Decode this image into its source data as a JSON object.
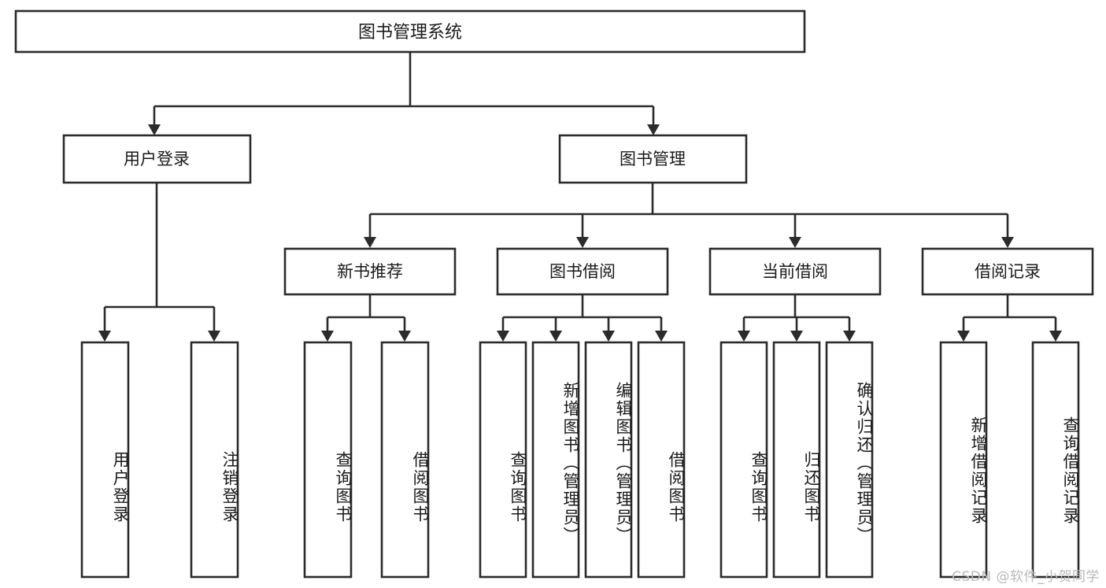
{
  "diagram": {
    "type": "tree",
    "title": "图书管理系统",
    "root": {
      "id": "root",
      "label": "图书管理系统",
      "shape": "rectangle",
      "orientation": "horizontal"
    },
    "level2": [
      {
        "id": "user-login",
        "label": "用户登录",
        "shape": "rectangle",
        "orientation": "horizontal"
      },
      {
        "id": "book-manage",
        "label": "图书管理",
        "shape": "rectangle",
        "orientation": "horizontal"
      }
    ],
    "level3": [
      {
        "id": "new-book-rec",
        "label": "新书推荐",
        "shape": "rectangle",
        "orientation": "horizontal",
        "parent": "book-manage"
      },
      {
        "id": "book-borrow",
        "label": "图书借阅",
        "shape": "rectangle",
        "orientation": "horizontal",
        "parent": "book-manage"
      },
      {
        "id": "current-borrow",
        "label": "当前借阅",
        "shape": "rectangle",
        "orientation": "horizontal",
        "parent": "book-manage"
      },
      {
        "id": "borrow-record",
        "label": "借阅记录",
        "shape": "rectangle",
        "orientation": "horizontal",
        "parent": "book-manage"
      }
    ],
    "leaves": [
      {
        "id": "leaf-user-login",
        "label": "用户登录",
        "orientation": "vertical",
        "parent": "user-login"
      },
      {
        "id": "leaf-logout",
        "label": "注销登录",
        "orientation": "vertical",
        "parent": "user-login"
      },
      {
        "id": "leaf-query-book-1",
        "label": "查询图书",
        "orientation": "vertical",
        "parent": "new-book-rec"
      },
      {
        "id": "leaf-borrow-book-1",
        "label": "借阅图书",
        "orientation": "vertical",
        "parent": "new-book-rec"
      },
      {
        "id": "leaf-query-book-2",
        "label": "查询图书",
        "orientation": "vertical",
        "parent": "book-borrow"
      },
      {
        "id": "leaf-add-book",
        "label": "新增图书（管理员）",
        "orientation": "vertical",
        "parent": "book-borrow"
      },
      {
        "id": "leaf-edit-book",
        "label": "编辑图书（管理员）",
        "orientation": "vertical",
        "parent": "book-borrow"
      },
      {
        "id": "leaf-borrow-book-2",
        "label": "借阅图书",
        "orientation": "vertical",
        "parent": "book-borrow"
      },
      {
        "id": "leaf-query-book-3",
        "label": "查询图书",
        "orientation": "vertical",
        "parent": "current-borrow"
      },
      {
        "id": "leaf-return-book",
        "label": "归还图书",
        "orientation": "vertical",
        "parent": "current-borrow"
      },
      {
        "id": "leaf-confirm-return",
        "label": "确认归还（管理员）",
        "orientation": "vertical",
        "parent": "current-borrow"
      },
      {
        "id": "leaf-add-record",
        "label": "新增借阅记录",
        "orientation": "vertical",
        "parent": "borrow-record"
      },
      {
        "id": "leaf-query-record",
        "label": "查询借阅记录",
        "orientation": "vertical",
        "parent": "borrow-record"
      }
    ],
    "colors": {
      "stroke": "#2b2b2b",
      "fill": "#ffffff",
      "text": "#1a1a1a",
      "watermark": "#b9b9b9",
      "background": "#ffffff"
    }
  },
  "watermark": {
    "text": "CSDN @软件_小贺同学"
  }
}
